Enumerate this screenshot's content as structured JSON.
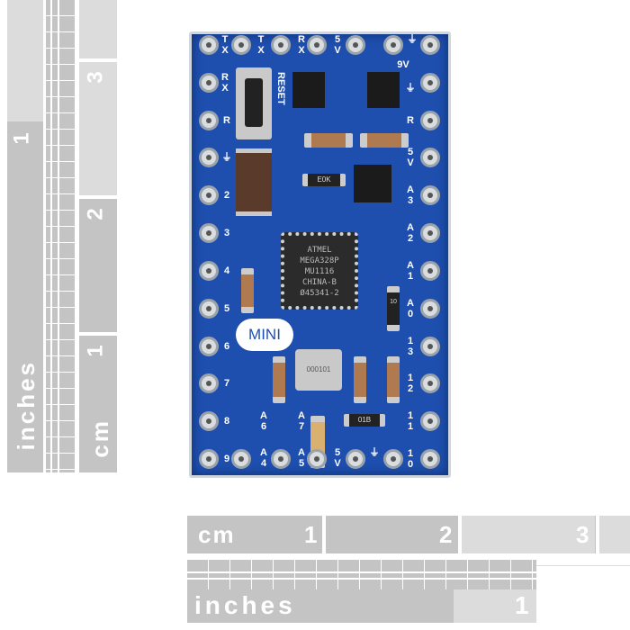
{
  "rulers": {
    "vertical": {
      "inches_label": "inches",
      "inch_ticks": [
        "1"
      ],
      "cm_label": "cm",
      "cm_ticks": [
        "1",
        "2",
        "3"
      ]
    },
    "horizontal": {
      "cm_label": "cm",
      "cm_ticks": [
        "1",
        "2",
        "3"
      ],
      "inches_label": "inches",
      "inch_ticks": [
        "1"
      ]
    }
  },
  "board": {
    "chip_lines": [
      "ATMEL",
      "MEGA328P",
      "MU1116",
      "CHINA-B",
      "Ø45341-2"
    ],
    "reset_label": "RESET",
    "mini_label": "MINI",
    "small_labels": [
      "E0K",
      "01B",
      "10"
    ],
    "crystal_label": "000101",
    "left_pins": [
      "TX",
      "RX",
      "R",
      "⏚",
      "2",
      "3",
      "4",
      "5",
      "6",
      "7",
      "8",
      "9"
    ],
    "right_pins": [
      "⏚",
      "9V",
      "R",
      "5V",
      "A3",
      "A2",
      "A1",
      "A0",
      "13",
      "12",
      "11",
      "10"
    ],
    "top_pins": [
      "TX",
      "RX",
      "5V",
      "⏚"
    ],
    "bottom_pins": [
      "A6",
      "A7",
      "A4",
      "A5",
      "5V",
      "⏚"
    ]
  }
}
